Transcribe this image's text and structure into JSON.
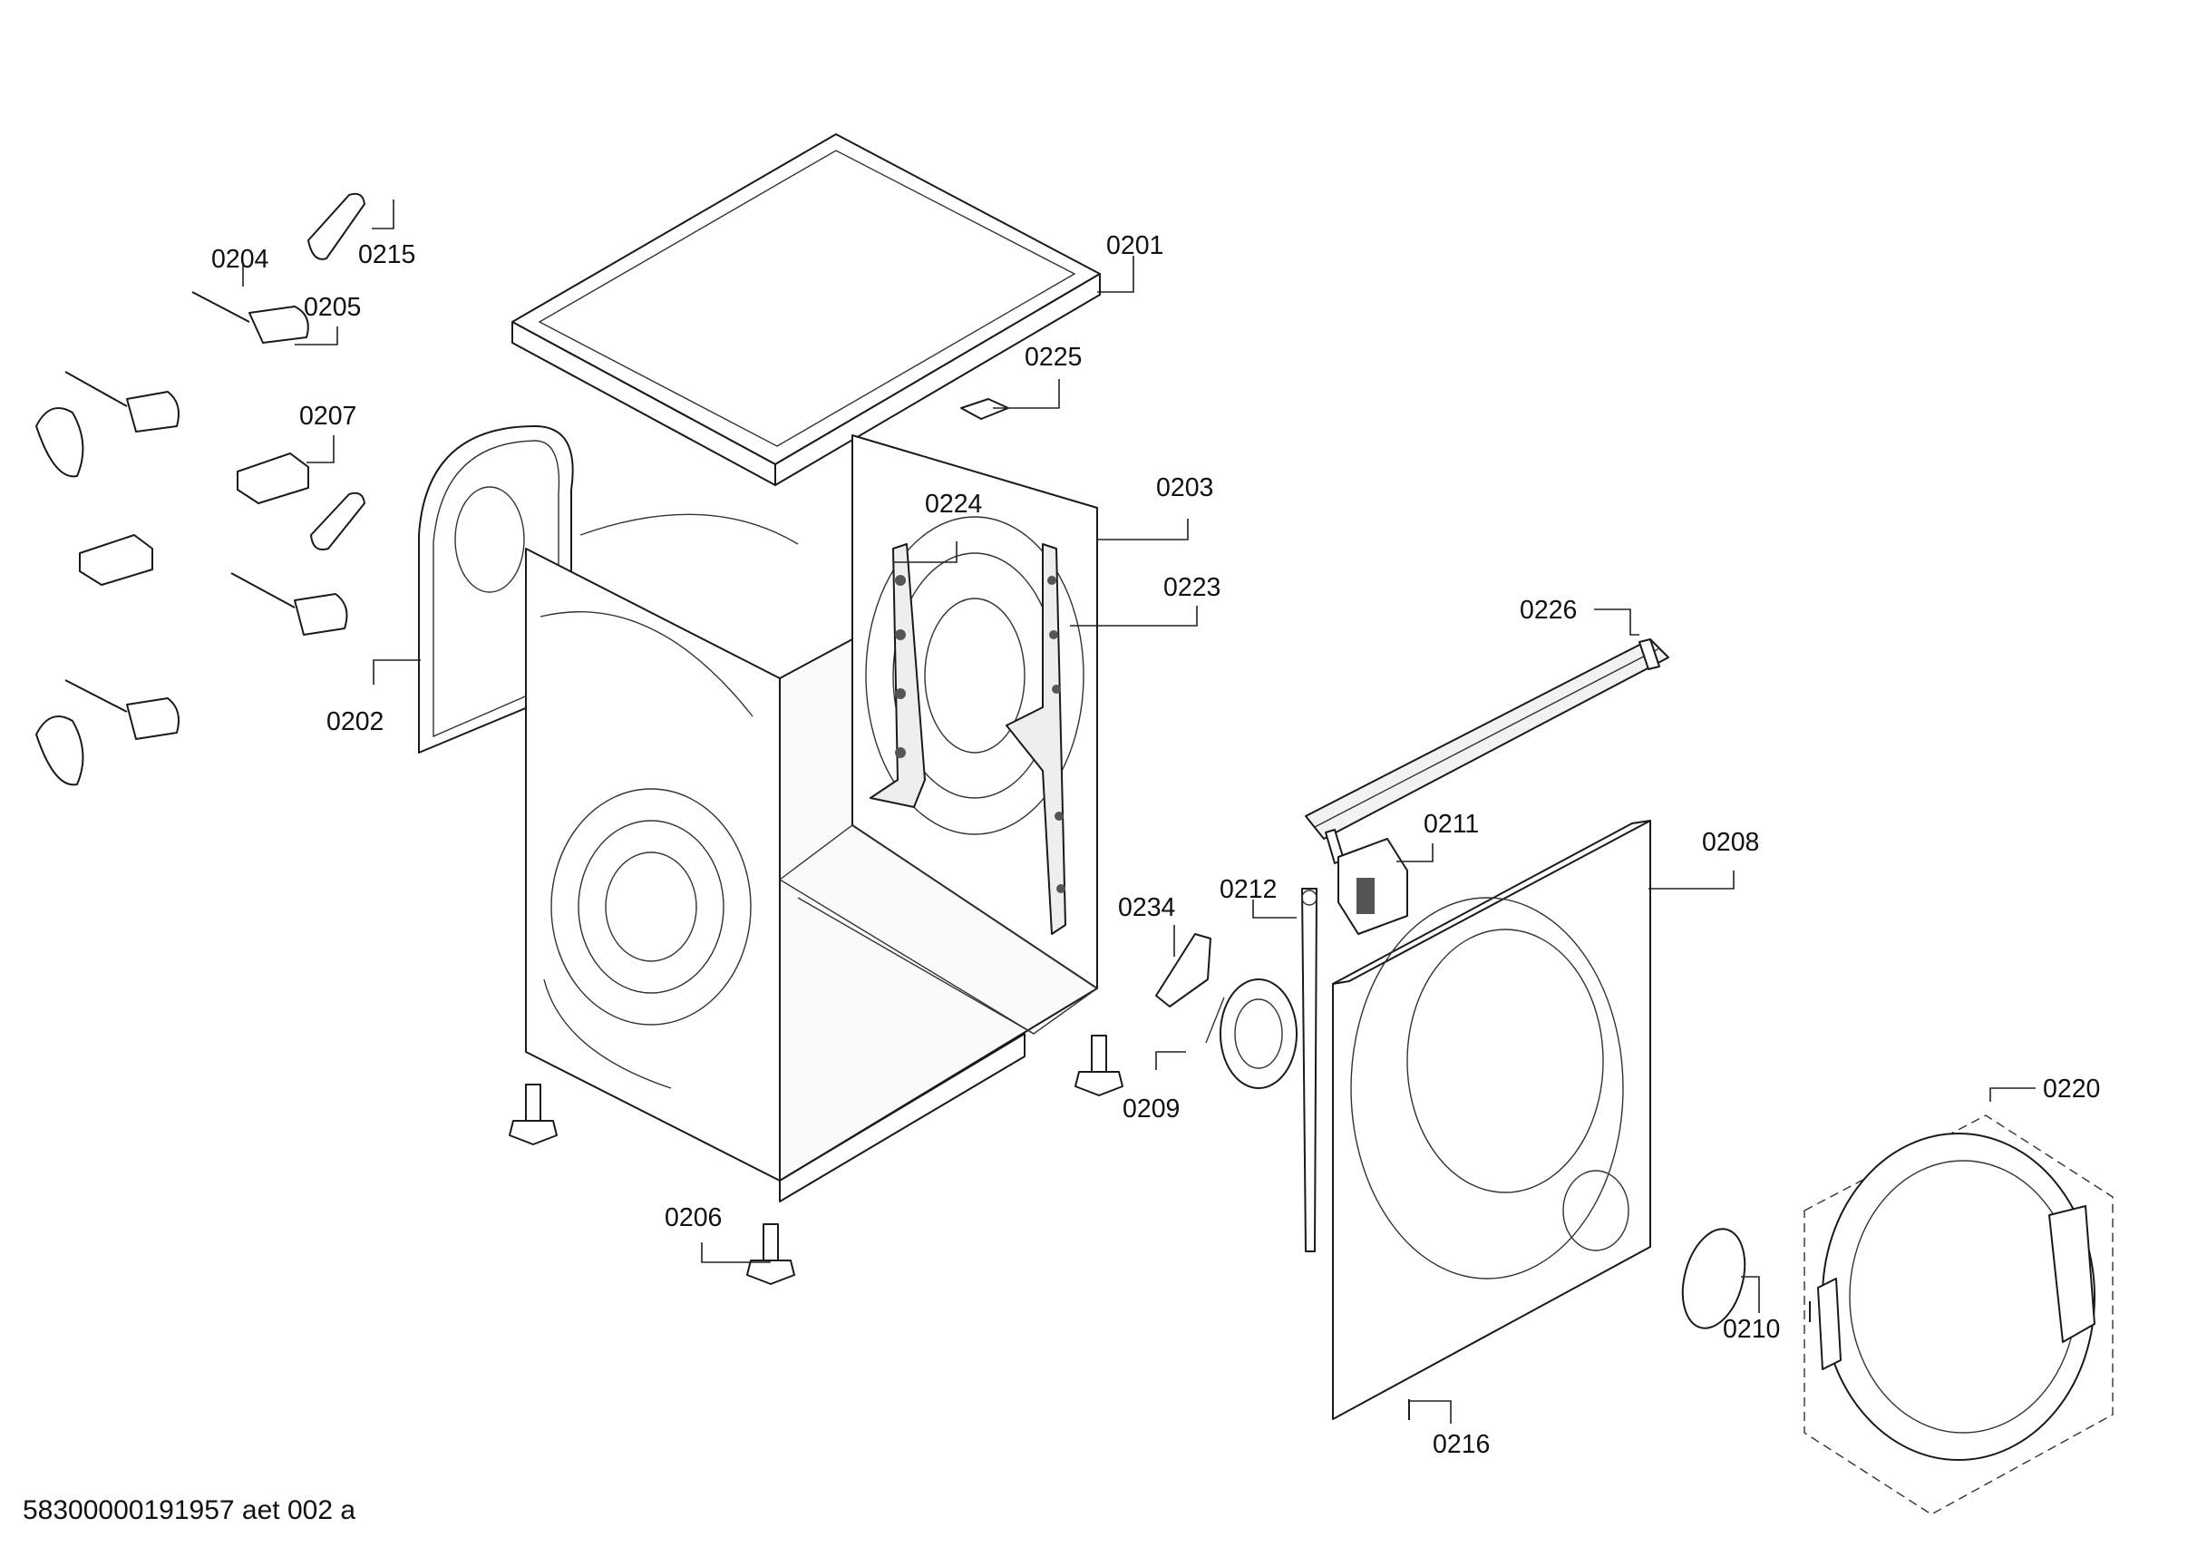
{
  "diagram": {
    "parts": [
      {
        "id": "0201"
      },
      {
        "id": "0202"
      },
      {
        "id": "0203"
      },
      {
        "id": "0204"
      },
      {
        "id": "0205"
      },
      {
        "id": "0206"
      },
      {
        "id": "0207"
      },
      {
        "id": "0208"
      },
      {
        "id": "0209"
      },
      {
        "id": "0210"
      },
      {
        "id": "0211"
      },
      {
        "id": "0212"
      },
      {
        "id": "0215"
      },
      {
        "id": "0216"
      },
      {
        "id": "0220"
      },
      {
        "id": "0223"
      },
      {
        "id": "0224"
      },
      {
        "id": "0225"
      },
      {
        "id": "0226"
      },
      {
        "id": "0234"
      }
    ],
    "footer": "58300000191957 aet 002 a"
  }
}
